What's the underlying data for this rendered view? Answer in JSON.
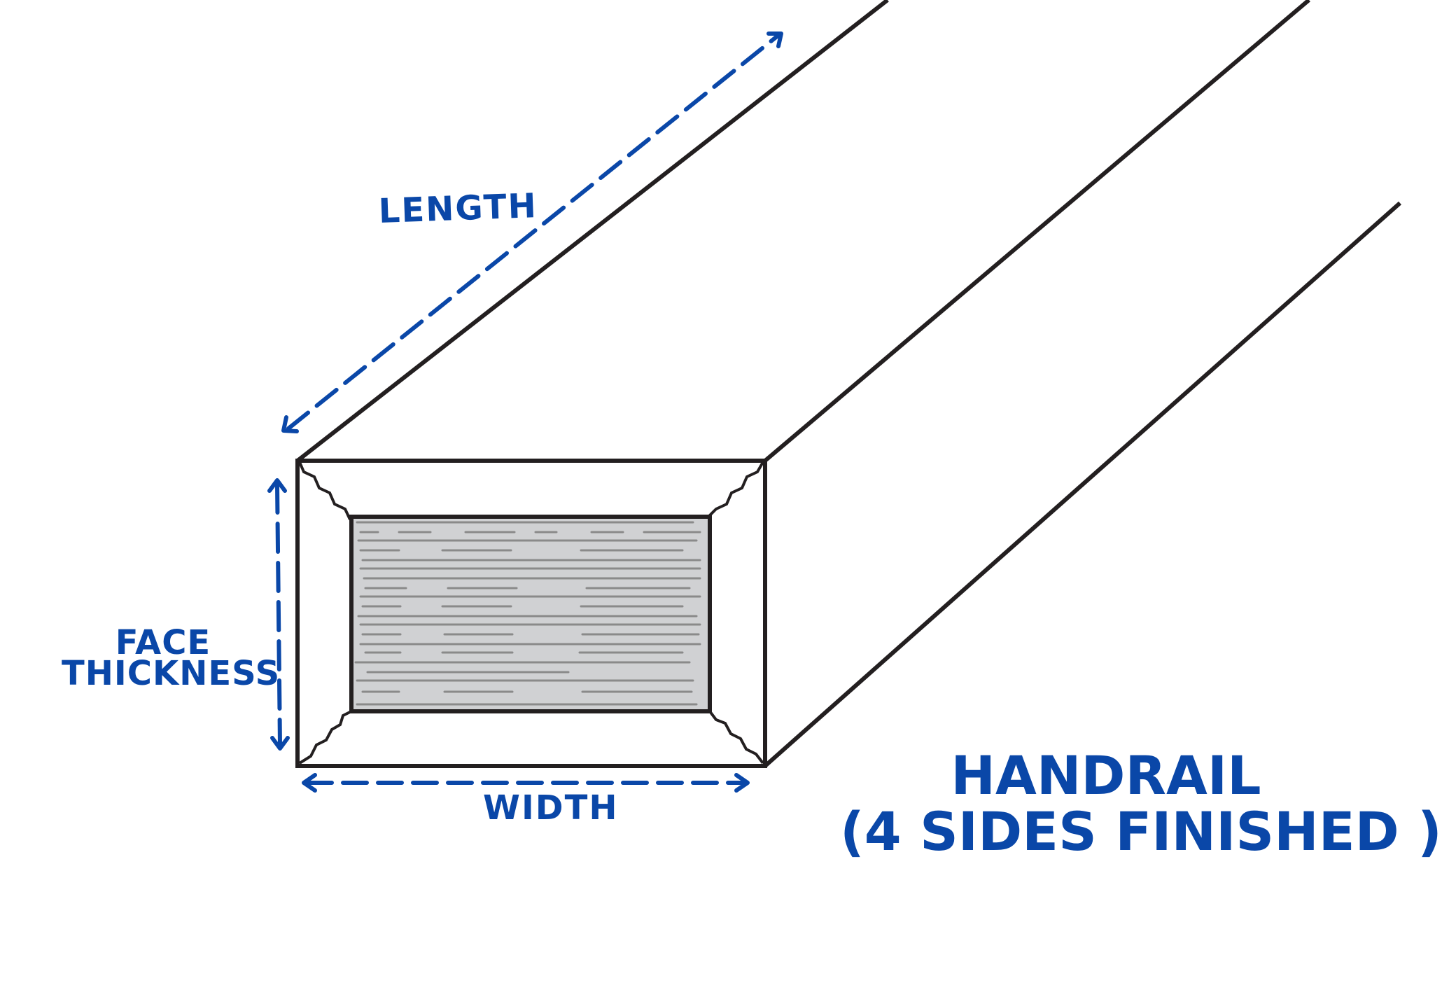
{
  "labels": {
    "length": "LENGTH",
    "face_thickness_line1": "FACE",
    "face_thickness_line2": "THICKNESS",
    "width": "WIDTH"
  },
  "title": {
    "line1": "HANDRAIL",
    "line2": "(4 SIDES FINISHED )"
  },
  "colors": {
    "outline": "#231f20",
    "dimension": "#0a47a8",
    "wood_fill": "#d0d1d3",
    "grain": "#8a8a8a",
    "background": "#ffffff"
  }
}
